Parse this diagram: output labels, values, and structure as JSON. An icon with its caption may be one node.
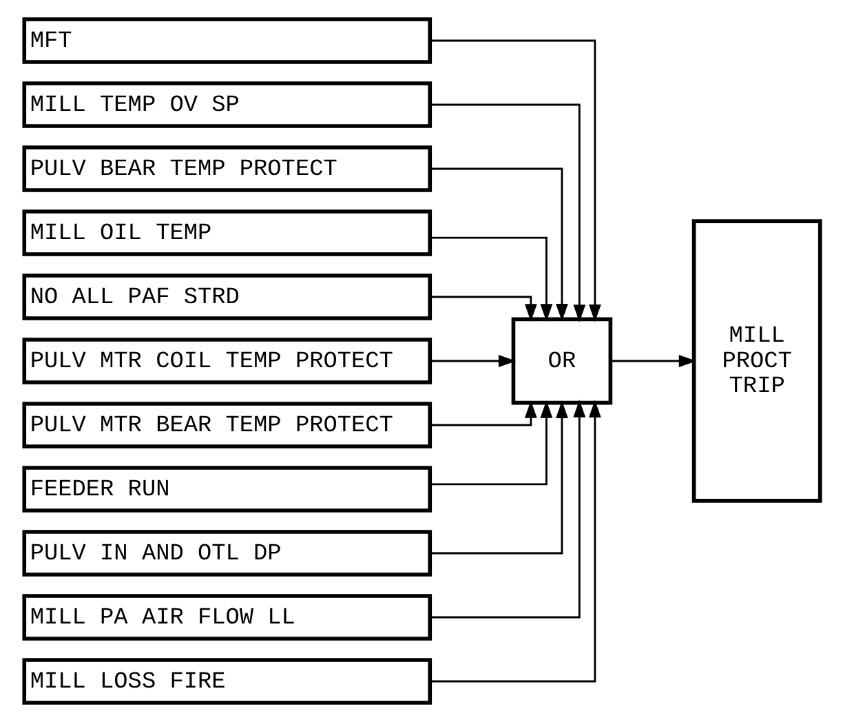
{
  "diagram": {
    "nodes": [
      {
        "text": [
          "MFT"
        ]
      },
      {
        "text": [
          "MILL TEMP OV SP"
        ]
      },
      {
        "text": [
          "PULV BEAR TEMP PROTECT"
        ]
      },
      {
        "text": [
          "MILL OIL TEMP"
        ]
      },
      {
        "text": [
          "NO ALL PAF STRD"
        ]
      },
      {
        "text": [
          "PULV MTR COIL TEMP PROTECT"
        ]
      },
      {
        "text": [
          "PULV MTR BEAR TEMP PROTECT"
        ]
      },
      {
        "text": [
          "FEEDER RUN"
        ]
      },
      {
        "text": [
          "PULV IN AND OTL DP"
        ]
      },
      {
        "text": [
          "MILL PA AIR FLOW LL"
        ]
      },
      {
        "text": [
          "MILL LOSS FIRE"
        ]
      },
      {
        "text": [
          "OR"
        ]
      },
      {
        "text": [
          "MILL PROCT TRIP"
        ]
      }
    ],
    "edges": [
      {
        "from": 0,
        "to": 11,
        "arrow": "to"
      },
      {
        "from": 1,
        "to": 11,
        "arrow": "to"
      },
      {
        "from": 2,
        "to": 11,
        "arrow": "to"
      },
      {
        "from": 3,
        "to": 11,
        "arrow": "to"
      },
      {
        "from": 4,
        "to": 11,
        "arrow": "to"
      },
      {
        "from": 5,
        "to": 11,
        "arrow": "to"
      },
      {
        "from": 6,
        "to": 11,
        "arrow": "to"
      },
      {
        "from": 7,
        "to": 11,
        "arrow": "to"
      },
      {
        "from": 8,
        "to": 11,
        "arrow": "to"
      },
      {
        "from": 9,
        "to": 11,
        "arrow": "to"
      },
      {
        "from": 10,
        "to": 11,
        "arrow": "to"
      },
      {
        "from": 11,
        "to": 12,
        "arrow": "to"
      }
    ]
  }
}
